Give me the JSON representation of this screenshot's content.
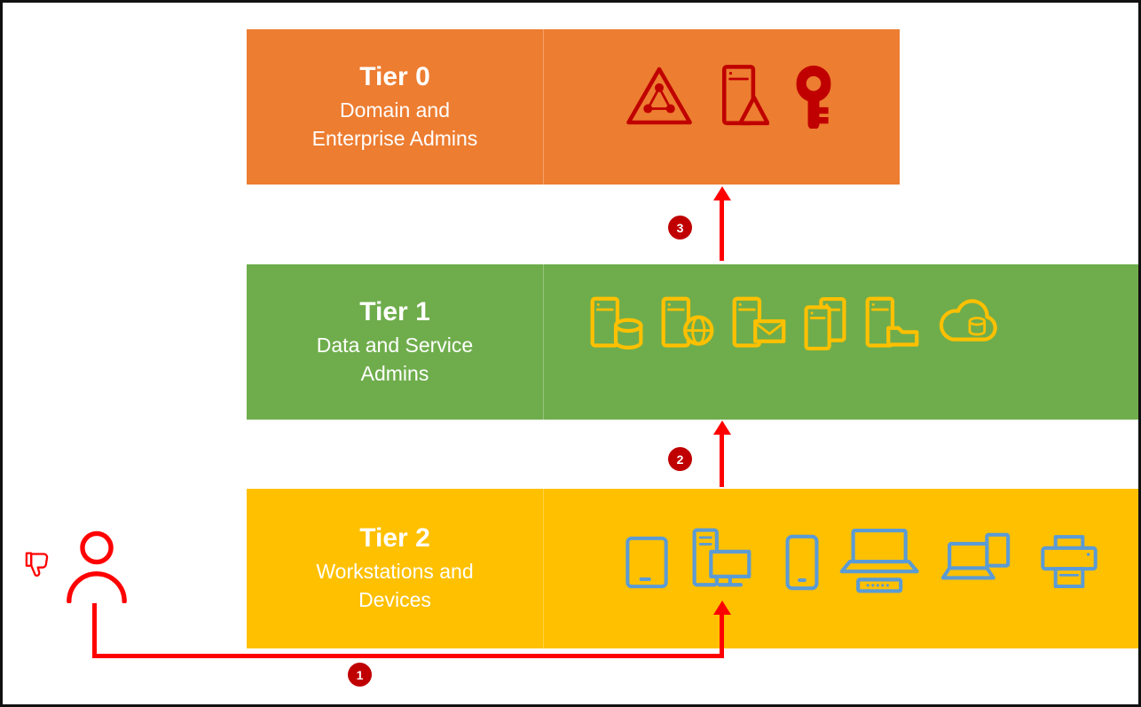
{
  "diagram": {
    "tiers": {
      "tier0": {
        "title": "Tier 0",
        "line1": "Domain and",
        "line2": "Enterprise Admins",
        "icons": [
          "active-directory-icon",
          "domain-controller-icon",
          "key-icon"
        ]
      },
      "tier1": {
        "title": "Tier 1",
        "line1": "Data and Service",
        "line2": "Admins",
        "icons": [
          "database-server-icon",
          "web-server-icon",
          "mail-server-icon",
          "server-farm-icon",
          "file-server-icon",
          "cloud-database-icon"
        ]
      },
      "tier2": {
        "title": "Tier 2",
        "line1": "Workstations and",
        "line2": "Devices",
        "icons": [
          "tablet-icon",
          "desktop-computer-icon",
          "smartphone-icon",
          "laptop-docked-icon",
          "laptop-and-tablet-icon",
          "printer-icon"
        ]
      }
    },
    "steps": {
      "step1": "1",
      "step2": "2",
      "step3": "3"
    },
    "actor": {
      "icons": [
        "thumbs-down-icon",
        "user-icon"
      ]
    },
    "colors": {
      "tier0_bg": "#ED7D31",
      "tier1_bg": "#6FAD4C",
      "tier2_bg": "#FFC000",
      "tier0_icon": "#C00000",
      "tier1_icon": "#FFC000",
      "tier2_icon": "#5B9BD5",
      "arrow": "#FF0000",
      "badge_bg": "#C00000",
      "band_text": "#FFFFFF",
      "frame": "#111111"
    }
  }
}
